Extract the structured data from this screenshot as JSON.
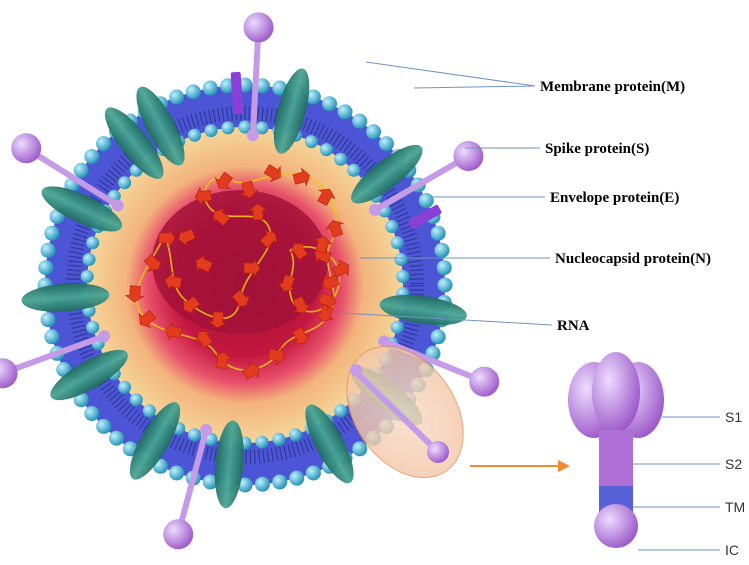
{
  "labels": {
    "membrane_protein": "Membrane protein(M)",
    "spike_protein": "Spike protein(S)",
    "envelope_protein": "Envelope protein(E)",
    "nucleocapsid_protein": "Nucleocapsid protein(N)",
    "rna": "RNA"
  },
  "spike_detail": {
    "s1": "S1",
    "s2": "S2",
    "tm": "TM",
    "ic": "IC"
  },
  "colors": {
    "bilayer": "#4b55d6",
    "lipid_head": "#3aaed0",
    "membrane_protein": "#2f8a7c",
    "spike": "#b57ad8",
    "core": "#b21a3a",
    "halo": "#f2c57a",
    "rna_strand": "#f1c40f",
    "nucleocapsid": "#e23b1e",
    "leader_line": "#6f93c6",
    "callout_arrow": "#f08a34"
  },
  "icons": {
    "virion": "coronavirus-particle",
    "spike": "spike-glycoprotein"
  }
}
